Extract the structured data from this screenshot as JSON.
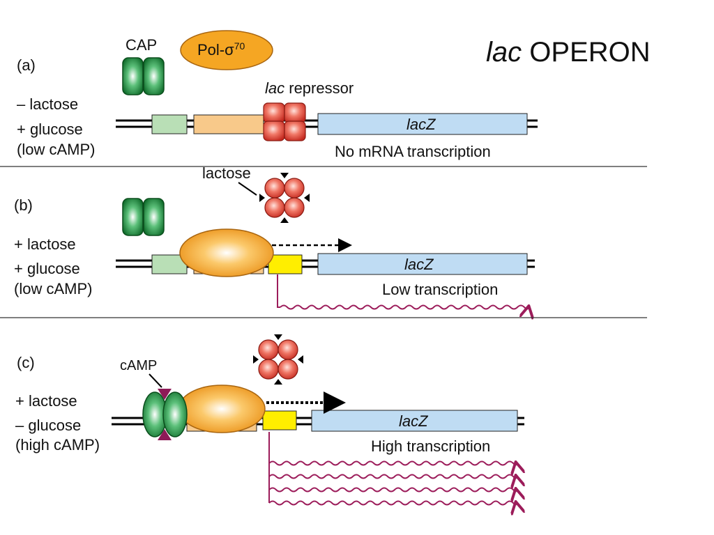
{
  "title": {
    "italic": "lac",
    "rest": " OPERON"
  },
  "labels": {
    "cap": "CAP",
    "pol_prefix": "Pol-",
    "pol_sigma": "σ",
    "pol_sup": "70",
    "repressor_italic": "lac",
    "repressor_rest": " repressor",
    "lactose": "lactose",
    "camp": "cAMP",
    "lacz": "lacZ"
  },
  "panels": [
    {
      "id": "a",
      "letter": "(a)",
      "conditions": [
        "– lactose",
        "+ glucose",
        "(low cAMP)"
      ],
      "result": "No mRNA transcription"
    },
    {
      "id": "b",
      "letter": "(b)",
      "conditions": [
        "+ lactose",
        "+  glucose",
        "(low cAMP)"
      ],
      "result": "Low transcription"
    },
    {
      "id": "c",
      "letter": "(c)",
      "conditions": [
        "+ lactose",
        "– glucose",
        "(high cAMP)"
      ],
      "result": "High transcription"
    }
  ],
  "colors": {
    "cap_green": "#1f8a3c",
    "pol_orange": "#f5a623",
    "promoter_green": "#b9dfb6",
    "operator_orange": "#f8c98a",
    "lacz_blue": "#bfdcf3",
    "repressor_red": "#e0453a",
    "transcribed_yellow": "#ffee00",
    "mrna_magenta": "#9c1c5a",
    "camp_magenta": "#8e1a57"
  },
  "icons": [
    "cap-dimer-icon",
    "polymerase-icon",
    "repressor-icon",
    "lactose-bound-repressor-icon",
    "mrna-wave-icon",
    "camp-triangle-icon",
    "arrow-icon"
  ]
}
